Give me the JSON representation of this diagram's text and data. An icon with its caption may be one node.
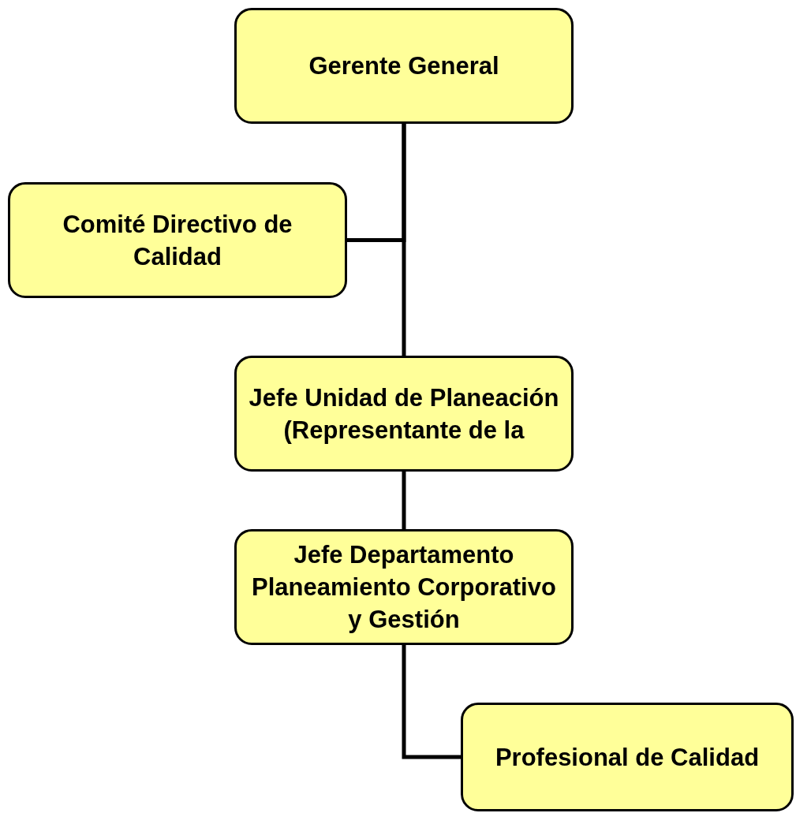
{
  "diagram": {
    "nodes": [
      {
        "text": [
          "Gerente General"
        ]
      },
      {
        "text": [
          "Comité Directivo de Calidad"
        ]
      },
      {
        "text": [
          "Jefe Unidad de Planeación (Representante de la"
        ]
      },
      {
        "text": [
          "Jefe Departamento Planeamiento Corporativo y Gestión"
        ]
      },
      {
        "text": [
          "Profesional de Calidad"
        ]
      }
    ],
    "edges": [
      {
        "from": 0,
        "to": 2,
        "arrow": "none"
      },
      {
        "from": 0,
        "to": 1,
        "arrow": "none"
      },
      {
        "from": 2,
        "to": 3,
        "arrow": "none"
      },
      {
        "from": 3,
        "to": 4,
        "arrow": "none"
      }
    ]
  }
}
